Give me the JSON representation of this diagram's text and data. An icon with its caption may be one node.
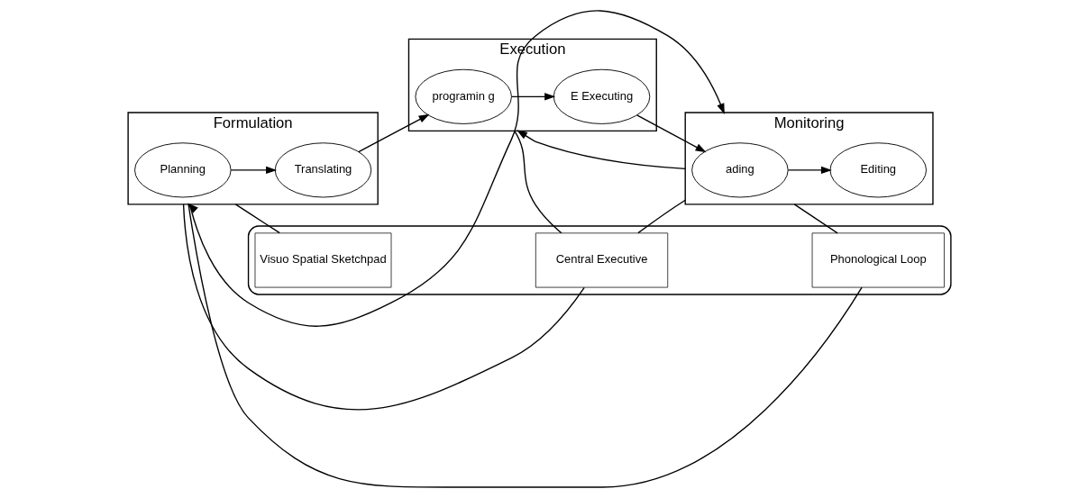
{
  "diagram": {
    "nodes": [
      {
        "text": [
          "Formulation"
        ]
      },
      {
        "text": [
          "Planning"
        ],
        "in": 0
      },
      {
        "text": [
          "Translating"
        ],
        "in": 0
      },
      {
        "text": [
          "Execution"
        ]
      },
      {
        "text": [
          "programin g"
        ],
        "in": 3
      },
      {
        "text": [
          "E Executing"
        ],
        "in": 3
      },
      {
        "text": [
          "Monitoring"
        ]
      },
      {
        "text": [
          "ading"
        ],
        "in": 6
      },
      {
        "text": [
          "Editing"
        ],
        "in": 6
      },
      {
        "text": [],
        "shape": "oval"
      },
      {
        "text": [
          "Visuo Spatial Sketchpad"
        ],
        "in": 9
      },
      {
        "text": [
          "Central Executive"
        ],
        "in": 9
      },
      {
        "text": [
          "Phonological Loop"
        ],
        "in": 9
      }
    ],
    "edges": [
      {
        "from": 0,
        "to": 6,
        "arrow": "both"
      },
      {
        "from": 6,
        "to": 3,
        "arrow": "to"
      },
      {
        "from": 1,
        "to": 2,
        "arrow": "to"
      },
      {
        "from": 2,
        "to": 4,
        "arrow": "to"
      },
      {
        "from": 4,
        "to": 5,
        "arrow": "to"
      },
      {
        "from": 5,
        "to": 7,
        "arrow": "to"
      },
      {
        "from": 7,
        "to": 8,
        "arrow": "to"
      },
      {
        "from": 0,
        "to": 10,
        "arrow": "none"
      },
      {
        "from": 0,
        "to": 11,
        "arrow": "none"
      },
      {
        "from": 0,
        "to": 12,
        "arrow": "none"
      },
      {
        "from": 3,
        "to": 11,
        "arrow": "none"
      },
      {
        "from": 6,
        "to": 11,
        "arrow": "none"
      },
      {
        "from": 6,
        "to": 12,
        "arrow": "none"
      }
    ]
  }
}
